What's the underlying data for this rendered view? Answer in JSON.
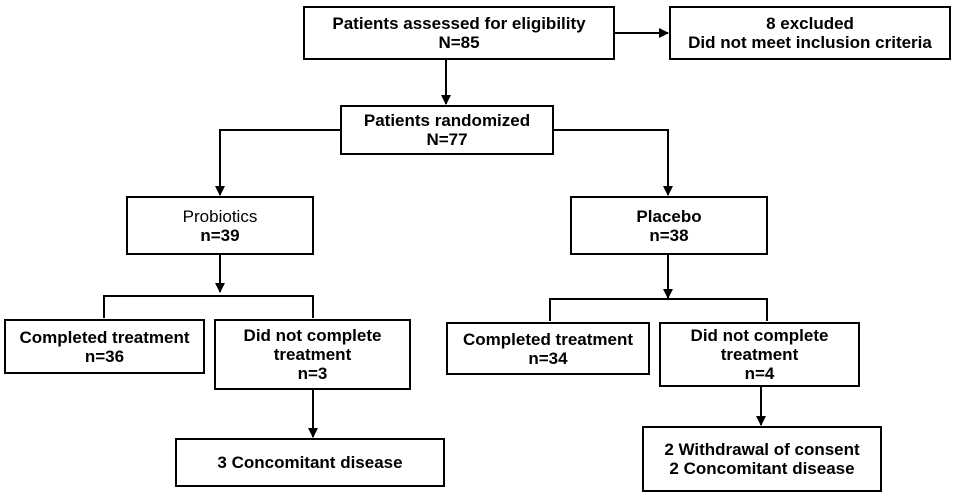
{
  "boxes": {
    "assessed": {
      "line1": "Patients assessed for eligibility",
      "line2": "N=85"
    },
    "excluded": {
      "line1": "8 excluded",
      "line2": "Did not meet inclusion criteria"
    },
    "randomized": {
      "line1": "Patients randomized",
      "line2": "N=77"
    },
    "probiotics": {
      "line1": "Probiotics",
      "line2": "n=39"
    },
    "placebo": {
      "line1": "Placebo",
      "line2": "n=38"
    },
    "probiotics_completed": {
      "line1": "Completed treatment",
      "line2": "n=36"
    },
    "probiotics_not_completed": {
      "line1": "Did not complete",
      "line2": "treatment",
      "line3": "n=3"
    },
    "placebo_completed": {
      "line1": "Completed treatment",
      "line2": "n=34"
    },
    "placebo_not_completed": {
      "line1": "Did not complete",
      "line2": "treatment",
      "line3": "n=4"
    },
    "probiotics_reasons": {
      "line1": "3 Concomitant disease"
    },
    "placebo_reasons": {
      "line1": "2 Withdrawal of consent",
      "line2": "2 Concomitant disease"
    }
  }
}
